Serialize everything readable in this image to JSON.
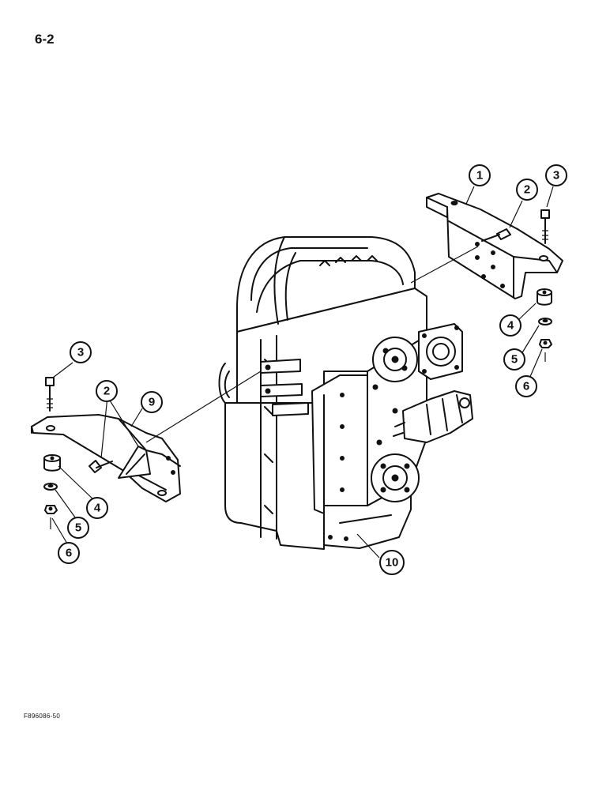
{
  "page": {
    "title": "6-2",
    "figure_code": "F896086-50"
  },
  "callouts": {
    "c1": "1",
    "c2_right": "2",
    "c3_right": "3",
    "c4_right": "4",
    "c5_right": "5",
    "c6_right": "6",
    "c3_left": "3",
    "c2_left": "2",
    "c9": "9",
    "c4_left": "4",
    "c5_left": "5",
    "c6_left": "6",
    "c10": "10"
  }
}
